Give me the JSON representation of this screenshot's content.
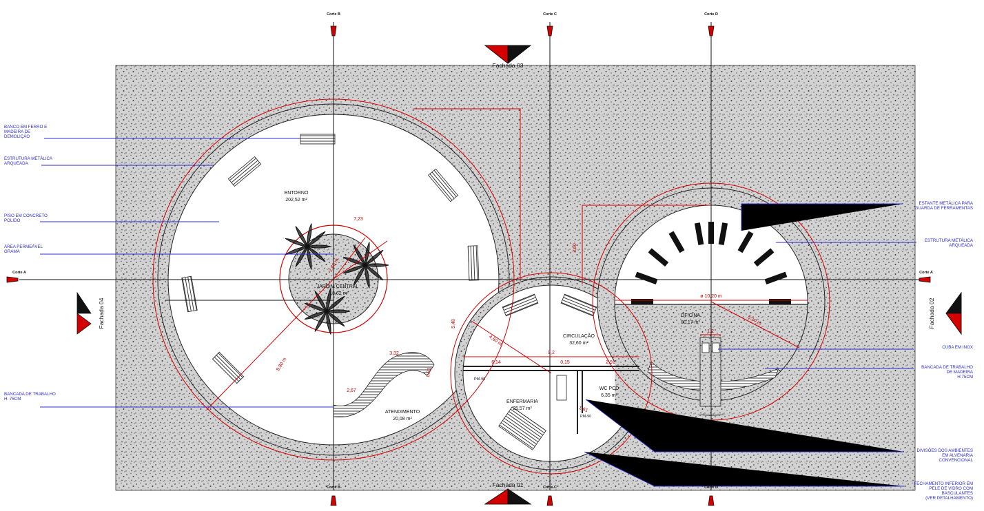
{
  "rooms": {
    "entorno": {
      "name": "ENTORNO",
      "area": "202,52 m²"
    },
    "jardim": {
      "name": "JARDIM CENTRAL",
      "area": "18,62 m²"
    },
    "atendimento": {
      "name": "ATENDIMENTO",
      "area": "20,08 m²"
    },
    "circulacao": {
      "name": "CIRCULAÇÃO",
      "area": "32,60 m²"
    },
    "enfermaria": {
      "name": "ENFERMARIA",
      "area": "25,57 m²"
    },
    "wc": {
      "name": "WC PCD",
      "area": "6,35 m²"
    },
    "oficina": {
      "name": "OFICINA",
      "area": "80,17 m²"
    }
  },
  "facades": {
    "f01": "Fachada 01",
    "f02": "Fachada 02",
    "f03": "Fachada 03",
    "f04": "Fachada 04"
  },
  "cuts": {
    "a": "Corte A",
    "b": "Corte B",
    "c": "Corte C",
    "d": "Corte D"
  },
  "annotations_left": [
    {
      "l1": "BANCO EM FERRO  E",
      "l2": "MADEIRA DE",
      "l3": "DEMOLIÇÃO"
    },
    {
      "l1": "ESTRUTURA METÁLICA",
      "l2": "ARQUEADA",
      "l3": ""
    },
    {
      "l1": "PISO EM CONCRETO",
      "l2": "POLIDO",
      "l3": ""
    },
    {
      "l1": "ÁREA PERMEÁVEL",
      "l2": "GRAMA",
      "l3": ""
    },
    {
      "l1": "BANCADA DE TRABALHO",
      "l2": "H. 75CM",
      "l3": ""
    }
  ],
  "annotations_right": [
    {
      "l1": "ESTANTE METÁLICA PARA",
      "l2": "GUARDA DE FERRAMENTAS",
      "l3": "",
      "l4": ""
    },
    {
      "l1": "ESTRUTURA METÁLICA",
      "l2": "ARQUEADA",
      "l3": "",
      "l4": ""
    },
    {
      "l1": "CUBA EM INOX",
      "l2": "",
      "l3": "",
      "l4": ""
    },
    {
      "l1": "BANCADA DE TRABALHO",
      "l2": "DE MADEIRA",
      "l3": "H:75CM",
      "l4": ""
    },
    {
      "l1": "DIVISÕES DOS AMBIENTES",
      "l2": "EM ALVENARIA",
      "l3": "CONVENCIONAL",
      "l4": ""
    },
    {
      "l1": "FECHAMENTO INFERIOR EM",
      "l2": "PELE DE VIDRO COM",
      "l3": "BASCULANTES",
      "l4": "(VER DETALHAMENTO)"
    }
  ],
  "dimensions": {
    "d723": "7,23",
    "d260": "2,60 m",
    "d880": "8,80 m",
    "d332": "3,32",
    "d267": "2,67",
    "d061": "0,61",
    "d548": "5,48",
    "d460": "4,60 m",
    "d92": "9,2",
    "d614": "6,14",
    "d015": "0,15",
    "d291": "2,91",
    "d1020": "ø 10,20 m",
    "d510": "5,10 m",
    "d12": "1,2",
    "d360": "3,60",
    "d161": "1,61"
  },
  "door_tags": {
    "pm1": "PM-90",
    "pm2": "PM-90"
  },
  "colors": {
    "red": "#d40000",
    "blue": "#2b2bd6",
    "paving": "#c8c8c8",
    "line": "#111111"
  }
}
